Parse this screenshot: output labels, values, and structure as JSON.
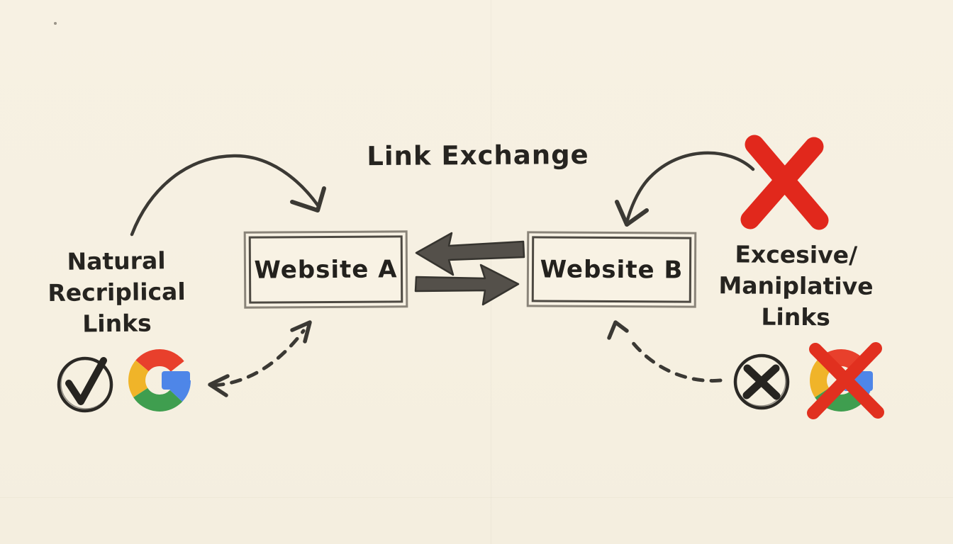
{
  "title": "Link Exchange",
  "website_a": {
    "label": "Website A"
  },
  "website_b": {
    "label": "Website B"
  },
  "left_annotation": {
    "lines": [
      "Natural",
      "Recriplical",
      "Links"
    ]
  },
  "right_annotation": {
    "lines": [
      "Excesive/",
      "Maniplative",
      "Links"
    ]
  },
  "icons": {
    "left_badge": "check-circle-icon",
    "left_logo": "google-logo-icon",
    "right_badge": "x-circle-icon",
    "right_logo": "google-logo-crossed-icon",
    "top_right_mark": "red-x-icon",
    "exchange_top": "arrow-left-icon",
    "exchange_bottom": "arrow-right-icon"
  },
  "colors": {
    "background": "#f6f0e1",
    "ink": "#262420",
    "pencil_gray": "#4d4942",
    "arrow_fill": "#54504a",
    "red_x": "#e1281c",
    "google_red": "#e8402c",
    "google_yellow": "#f0b429",
    "google_green": "#3f9e4f",
    "google_blue": "#4e86e8"
  }
}
